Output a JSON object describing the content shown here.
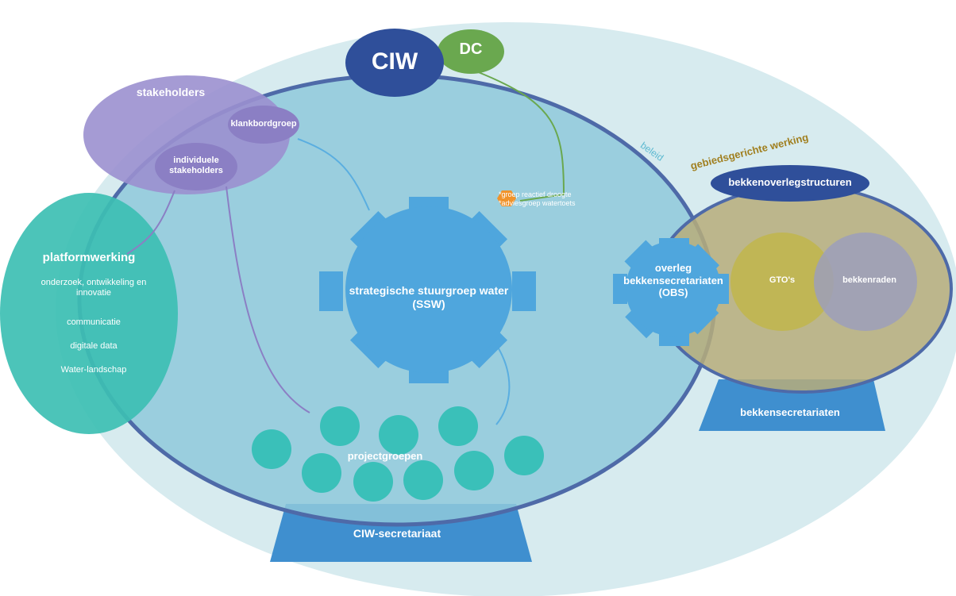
{
  "colors": {
    "outer_bg": "#d7ebef",
    "main_circle": "#8fc9da",
    "main_circle_edge": "#4e6aa8",
    "ciw": "#2f4f9a",
    "dc": "#6aa84f",
    "stakeholders": "#9b90cf",
    "platform": "#3dbfb3",
    "gear": "#4fa6dd",
    "bekken_area": "#b7ad7a",
    "gtos": "#c0b64f",
    "bekkenraden": "#9c9fbb",
    "pedestal": "#3f8fcf",
    "project": "#3ac0b9",
    "hexagon": "#f0932b",
    "beleid_text": "#5cb9d1",
    "gebied_text": "#a07f1f"
  },
  "nodes": {
    "ciw": "CIW",
    "dc": "DC",
    "stakeholders": "stakeholders",
    "klankbordgroep": "klankbordgroep",
    "individuele_stakeholders": [
      "individuele",
      "stakeholders"
    ],
    "platformwerking": "platformwerking",
    "platform_items": [
      "onderzoek, ontwikkeling en innovatie",
      "communicatie",
      "digitale data",
      "Water-landschap"
    ],
    "ssw": [
      "strategische stuurgroep water",
      "(SSW)"
    ],
    "droogte": [
      "*groep reactief droogte",
      "*adviesgroep watertoets"
    ],
    "obs": [
      "overleg",
      "bekkensecretariaten",
      "(OBS)"
    ],
    "beleid": "beleid",
    "gebied": "gebiedsgerichte werking",
    "bekkenoverleg": "bekkenoverlegstructuren",
    "gtos": "GTO's",
    "bekkenraden": "bekkenraden",
    "bekkensecretariaten": "bekkensecretariaten",
    "projectgroepen": "projectgroepen",
    "ciw_secretariaat": "CIW-secretariaat"
  }
}
